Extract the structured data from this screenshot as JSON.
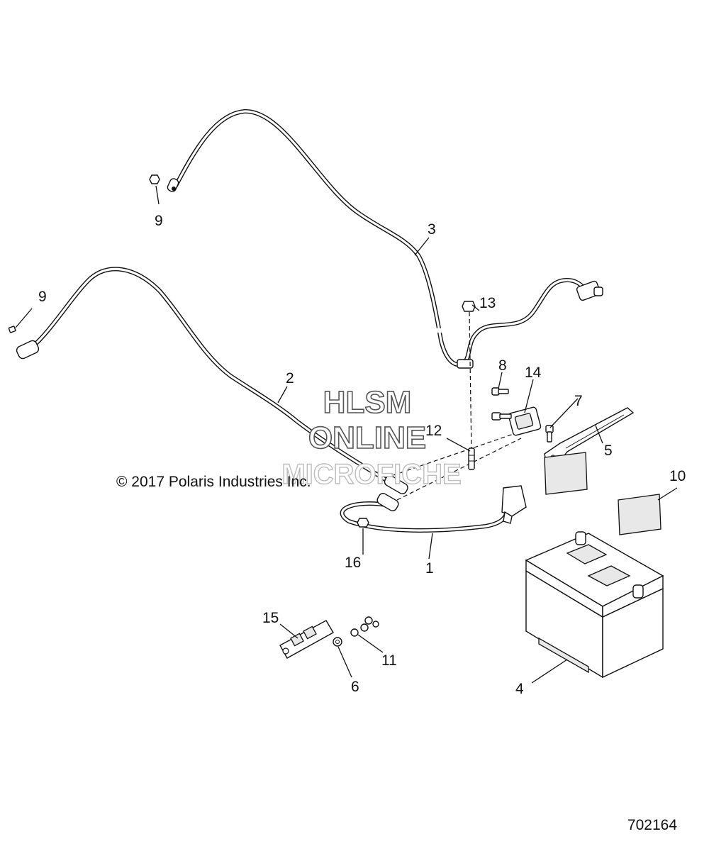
{
  "copyright": "© 2017 Polaris Industries Inc.",
  "document_number": "702164",
  "watermark": {
    "line1": "HLSM",
    "line2": "ONLINE",
    "line3": "MICROFICHE"
  },
  "callouts": [
    "1",
    "2",
    "3",
    "4",
    "5",
    "6",
    "7",
    "8",
    "9",
    "9",
    "10",
    "11",
    "12",
    "13",
    "14",
    "15",
    "16"
  ]
}
